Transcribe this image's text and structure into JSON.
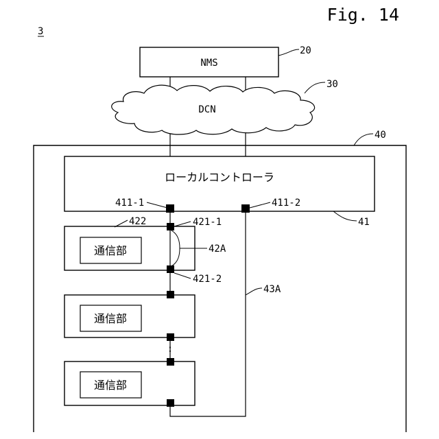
{
  "figure": {
    "title": "Fig. 14",
    "system_ref": "3"
  },
  "nms": {
    "label": "NMS",
    "ref": "20"
  },
  "dcn": {
    "label": "DCN",
    "ref": "30"
  },
  "node": {
    "ref": "40"
  },
  "local_controller": {
    "label": "ローカルコントローラ",
    "ref": "41",
    "port_1": "411-1",
    "port_2": "411-2"
  },
  "comm_units": [
    {
      "label": "通信部",
      "ref": "422",
      "port_top": "421-1",
      "port_bottom": "421-2",
      "line_ref": "42A"
    },
    {
      "label": "通信部"
    },
    {
      "label": "通信部"
    }
  ],
  "ring": {
    "ref": "43A",
    "ellipsis": ":"
  }
}
